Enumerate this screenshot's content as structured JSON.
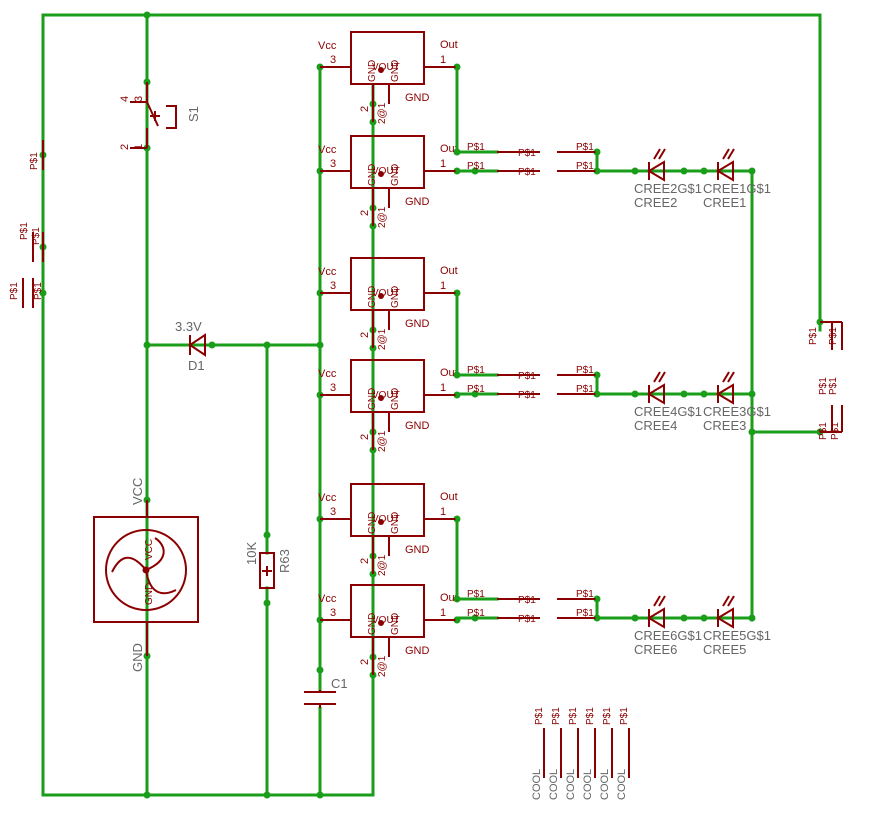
{
  "regulator": {
    "vcc": "Vcc",
    "out": "Out",
    "gnd": "GND",
    "pin_in": "3",
    "pin_out": "1",
    "pin_gnd": "2",
    "body_gnd": "GND",
    "body_vout": "VOUT",
    "body_pin": "2@1"
  },
  "switch": {
    "name": "S1",
    "pin_top": "4",
    "pin_top2": "3",
    "pin_bot": "2",
    "pin_bot2": "1"
  },
  "diode": {
    "name": "D1",
    "value": "3.3V"
  },
  "resistor": {
    "name": "R63",
    "value": "10K"
  },
  "capacitor": {
    "name": "C1"
  },
  "fan": {
    "vcc": "VCC",
    "gnd": "GND",
    "body_vcc": "VCC",
    "body_gnd": "GND"
  },
  "pad_label": "P$1",
  "leds": [
    {
      "gate": "CREE2G$1",
      "name": "CREE2"
    },
    {
      "gate": "CREE1G$1",
      "name": "CREE1"
    },
    {
      "gate": "CREE4G$1",
      "name": "CREE4"
    },
    {
      "gate": "CREE3G$1",
      "name": "CREE3"
    },
    {
      "gate": "CREE6G$1",
      "name": "CREE6"
    },
    {
      "gate": "CREE5G$1",
      "name": "CREE5"
    }
  ],
  "cool_label": "COOL",
  "colors": {
    "wire": "#1a9e1a",
    "symbol": "#8b0000",
    "name_text": "#666666"
  }
}
